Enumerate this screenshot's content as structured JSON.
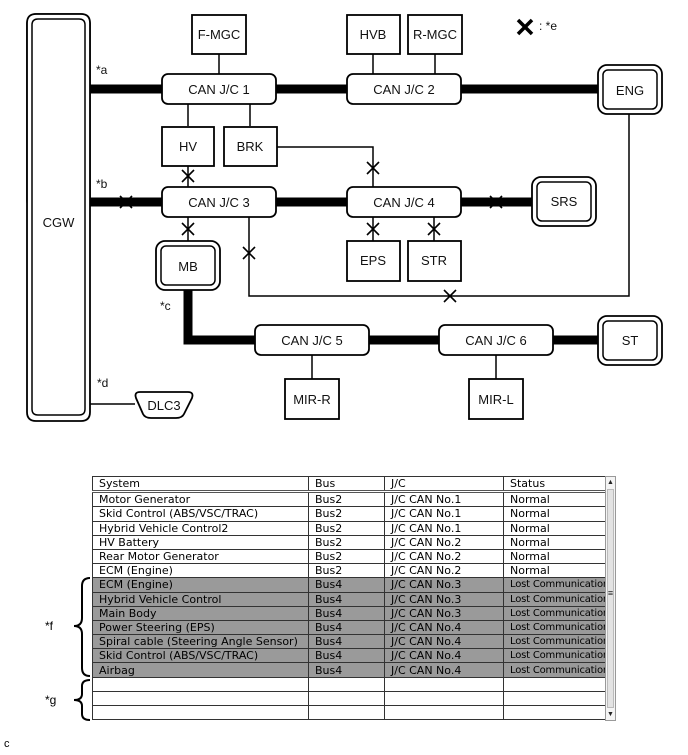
{
  "diagram": {
    "nodes": {
      "cgw": "CGW",
      "fmgc": "F-MGC",
      "hvb": "HVB",
      "rmgc": "R-MGC",
      "jc1": "CAN J/C 1",
      "jc2": "CAN J/C 2",
      "jc3": "CAN J/C 3",
      "jc4": "CAN J/C 4",
      "jc5": "CAN J/C 5",
      "jc6": "CAN J/C 6",
      "eng": "ENG",
      "hv": "HV",
      "brk": "BRK",
      "srs": "SRS",
      "mb": "MB",
      "eps": "EPS",
      "str": "STR",
      "st": "ST",
      "mirr": "MIR-R",
      "mirl": "MIR-L",
      "dlc3": "DLC3"
    },
    "callouts": {
      "a": "*a",
      "b": "*b",
      "c": "*c",
      "d": "*d"
    },
    "legend": {
      "symbol": "✕",
      "text": ": *e"
    }
  },
  "table": {
    "headers": [
      "System",
      "Bus",
      "J/C",
      "Status"
    ],
    "rows": [
      {
        "system": "Motor Generator",
        "bus": "Bus2",
        "jc": "J/C CAN No.1",
        "status": "Normal",
        "lost": false
      },
      {
        "system": "Skid Control (ABS/VSC/TRAC)",
        "bus": "Bus2",
        "jc": "J/C CAN No.1",
        "status": "Normal",
        "lost": false
      },
      {
        "system": "Hybrid Vehicle Control2",
        "bus": "Bus2",
        "jc": "J/C CAN No.1",
        "status": "Normal",
        "lost": false
      },
      {
        "system": "HV Battery",
        "bus": "Bus2",
        "jc": "J/C CAN No.2",
        "status": "Normal",
        "lost": false
      },
      {
        "system": "Rear Motor Generator",
        "bus": "Bus2",
        "jc": "J/C CAN No.2",
        "status": "Normal",
        "lost": false
      },
      {
        "system": "ECM (Engine)",
        "bus": "Bus2",
        "jc": "J/C CAN No.2",
        "status": "Normal",
        "lost": false
      },
      {
        "system": "ECM (Engine)",
        "bus": "Bus4",
        "jc": "J/C CAN No.3",
        "status": "Lost Communication",
        "lost": true
      },
      {
        "system": "Hybrid Vehicle Control",
        "bus": "Bus4",
        "jc": "J/C CAN No.3",
        "status": "Lost Communication",
        "lost": true
      },
      {
        "system": "Main Body",
        "bus": "Bus4",
        "jc": "J/C CAN No.3",
        "status": "Lost Communication",
        "lost": true
      },
      {
        "system": "Power Steering (EPS)",
        "bus": "Bus4",
        "jc": "J/C CAN No.4",
        "status": "Lost Communication",
        "lost": true
      },
      {
        "system": "Spiral cable (Steering Angle Sensor)",
        "bus": "Bus4",
        "jc": "J/C CAN No.4",
        "status": "Lost Communication",
        "lost": true
      },
      {
        "system": "Skid Control (ABS/VSC/TRAC)",
        "bus": "Bus4",
        "jc": "J/C CAN No.4",
        "status": "Lost Communication",
        "lost": true
      },
      {
        "system": "Airbag",
        "bus": "Bus4",
        "jc": "J/C CAN No.4",
        "status": "Lost Communication",
        "lost": true
      },
      {
        "system": "",
        "bus": "",
        "jc": "",
        "status": "",
        "lost": false
      },
      {
        "system": "",
        "bus": "",
        "jc": "",
        "status": "",
        "lost": false
      },
      {
        "system": "",
        "bus": "",
        "jc": "",
        "status": "",
        "lost": false
      }
    ],
    "brace_labels": {
      "f": "*f",
      "g": "*g"
    },
    "scrollbar": {
      "up": "▲",
      "down": "▼",
      "grip": "≡"
    },
    "colors": {
      "lost_row": "#9a9a9a"
    }
  },
  "footer": {
    "label": "c"
  }
}
